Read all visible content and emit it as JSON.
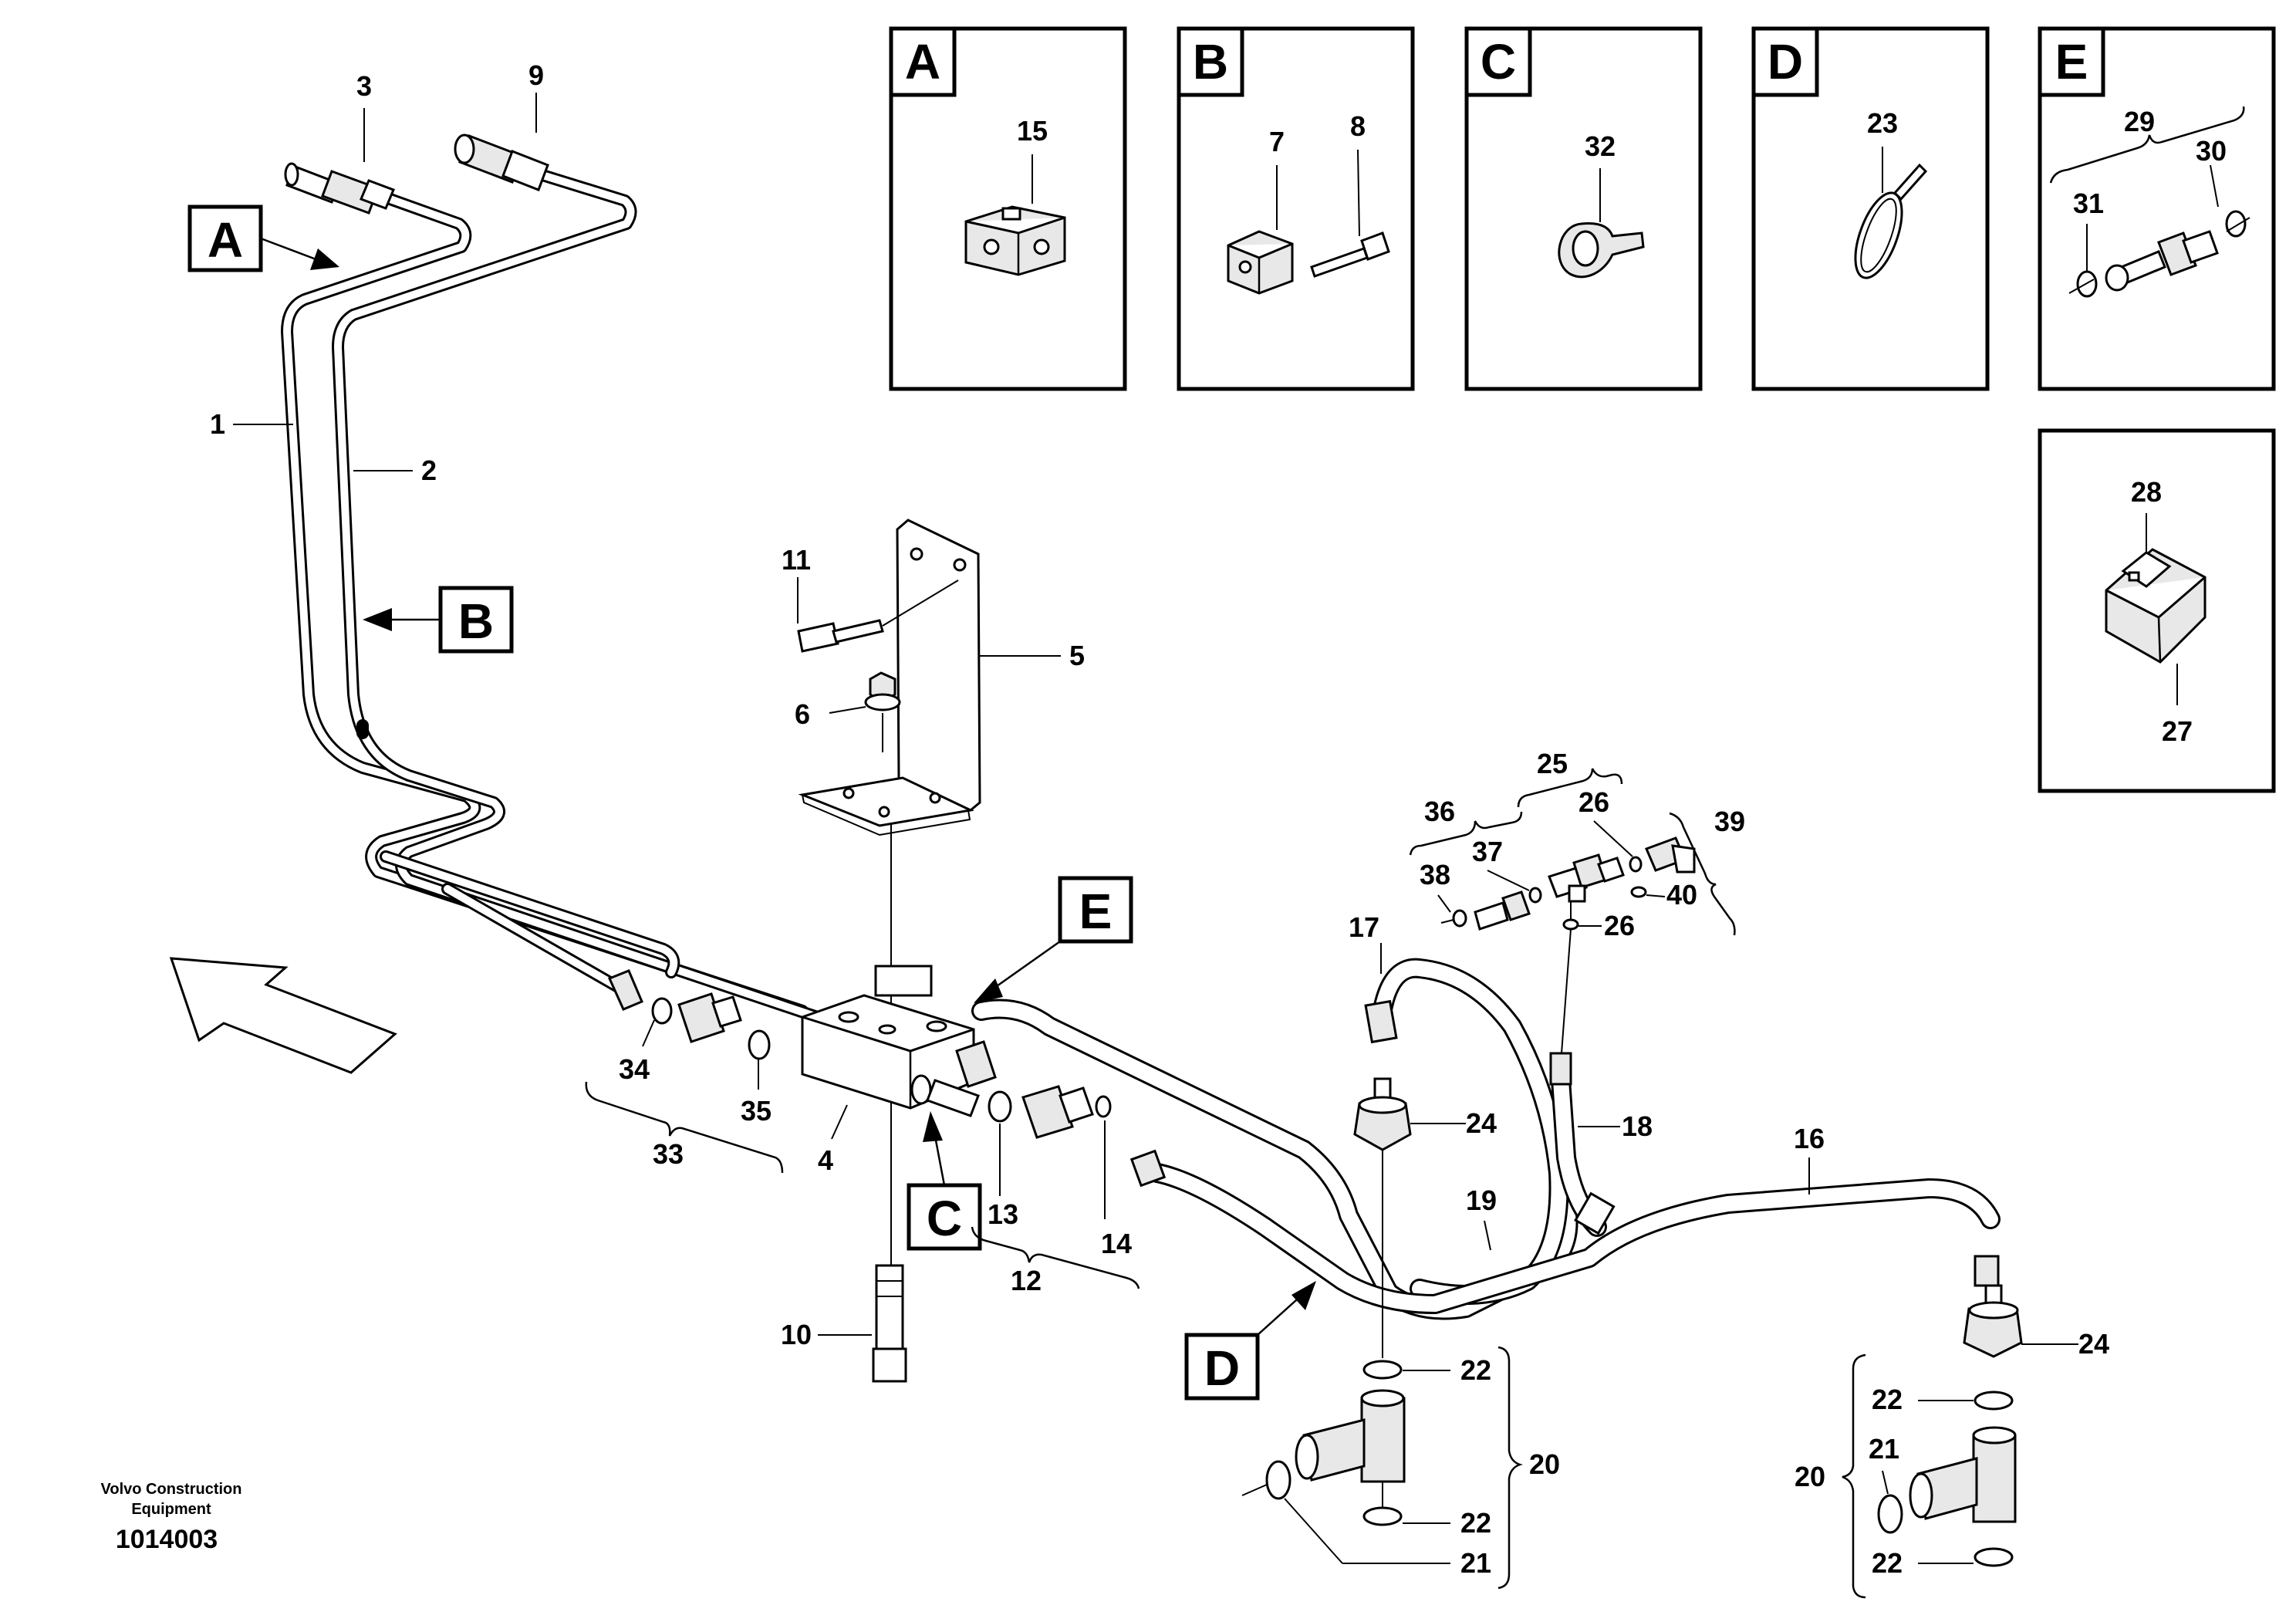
{
  "callouts": {
    "c1": "1",
    "c2": "2",
    "c3": "3",
    "c4": "4",
    "c5": "5",
    "c6": "6",
    "c7": "7",
    "c8": "8",
    "c9": "9",
    "c10": "10",
    "c11": "11",
    "c12": "12",
    "c13": "13",
    "c14": "14",
    "c15": "15",
    "c16": "16",
    "c17": "17",
    "c18": "18",
    "c19": "19",
    "c20": "20",
    "c21": "21",
    "c22": "22",
    "c23": "23",
    "c24": "24",
    "c25": "25",
    "c26": "26",
    "c27": "27",
    "c28": "28",
    "c29": "29",
    "c30": "30",
    "c31": "31",
    "c32": "32",
    "c33": "33",
    "c34": "34",
    "c35": "35",
    "c36": "36",
    "c37": "37",
    "c38": "38",
    "c39": "39",
    "c40": "40"
  },
  "view_letters": {
    "a": "A",
    "b": "B",
    "c": "C",
    "d": "D",
    "e": "E"
  },
  "footer": {
    "company_line1": "Volvo Construction",
    "company_line2": "Equipment",
    "drawing_number": "1014003"
  }
}
